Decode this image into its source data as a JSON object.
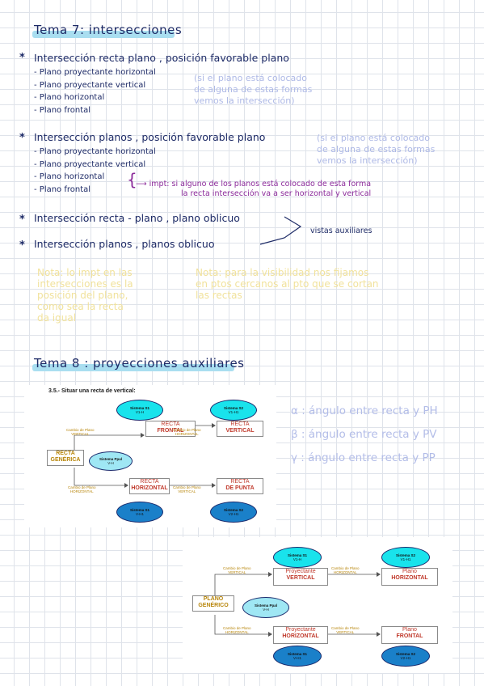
{
  "tema7": {
    "title": "Tema 7: intersecciones",
    "section1": {
      "heading": "Intersección recta plano , posición favorable plano",
      "items": [
        "- Plano proyectante horizontal",
        "- Plano proyectante vertical",
        "- Plano horizontal",
        "- Plano frontal"
      ],
      "note_lines": [
        "(si el plano está colocado",
        "de alguna de estas formas",
        "vemos la intersección)"
      ]
    },
    "section2": {
      "heading": "Intersección planos , posición favorable plano",
      "note_lines": [
        "(si el plano está colocado",
        "de alguna de estas formas",
        "vemos la intersección)"
      ],
      "items": [
        "- Plano proyectante horizontal",
        "- Plano proyectante vertical",
        "- Plano horizontal",
        "- Plano frontal"
      ],
      "impt_lines": [
        "impt: si alguno de los planos está colocado de esta forma",
        "la recta intersección va a ser horizontal y vertical"
      ]
    },
    "section3": {
      "heading": "Intersección recta - plano , plano oblicuo"
    },
    "section4": {
      "heading": "Intersección planos , planos oblicuo"
    },
    "brace_label": "vistas auxiliares",
    "note_left": [
      "Nota: lo impt en las",
      "intersecciones es la",
      "posición del plano,",
      "como sea la recta",
      "da igual"
    ],
    "note_right": [
      "Nota: para la visibilidad nos fijamos",
      "en ptos cercanos al pto que se cortan",
      "las rectas"
    ]
  },
  "tema8": {
    "title": "Tema 8 : proyecciones auxiliares",
    "angles": [
      "α : ángulo entre recta y PH",
      "β : ángulo entre recta y PV",
      "γ : ángulo entre recta y PP"
    ]
  },
  "diagram1": {
    "title": "3.5.- Situar una recta de vertical:",
    "generica": [
      "RECTA",
      "GENÉRICA"
    ],
    "frontal": [
      "RECTA",
      "FRONTAL"
    ],
    "vertical": [
      "RECTA",
      "VERTICAL"
    ],
    "horizontal": [
      "RECTA",
      "HORIZONTAL"
    ],
    "punta": [
      "RECTA",
      "DE PUNTA"
    ],
    "cambio1": [
      "Cambio de Plano",
      "VERTICAL"
    ],
    "cambio2": [
      "Cambio de Plano",
      "HORIZONTAL"
    ],
    "cambio3": [
      "Cambio de Plano",
      "HORIZONTAL"
    ],
    "cambio4": [
      "Cambio de Plano",
      "VERTICAL"
    ],
    "sist_a": [
      "Sistema S1",
      "V1-H"
    ],
    "sist_b": [
      "Sistema S2",
      "V1-H1"
    ],
    "sist_p": [
      "Sistema Ppal",
      "V-H"
    ],
    "sist_c": [
      "Sistema S1",
      "V-H1"
    ],
    "sist_d": [
      "Sistema S2",
      "V2-H1"
    ]
  },
  "diagram2": {
    "generico": [
      "PLANO",
      "GENÉRICO"
    ],
    "pvert": [
      "Proyectante",
      "VERTICAL"
    ],
    "phoriz": [
      "Plano",
      "HORIZONTAL"
    ],
    "phoriz2": [
      "Proyectante",
      "HORIZONTAL"
    ],
    "pfront": [
      "Plano",
      "FRONTAL"
    ],
    "cambio1": [
      "Cambio de Plano",
      "VERTICAL"
    ],
    "cambio2": [
      "Cambio de Plano",
      "HORIZONTAL"
    ],
    "cambio3": [
      "Cambio de Plano",
      "HORIZONTAL"
    ],
    "cambio4": [
      "Cambio de Plano",
      "VERTICAL"
    ],
    "sist_a": [
      "Sistema S1",
      "V1-H"
    ],
    "sist_b": [
      "Sistema S2",
      "V1-H1"
    ],
    "sist_p": [
      "Sistema Ppal",
      "V-H"
    ],
    "sist_c": [
      "Sistema S1",
      "V-H1"
    ],
    "sist_d": [
      "Sistema S2",
      "V2-H1"
    ]
  }
}
